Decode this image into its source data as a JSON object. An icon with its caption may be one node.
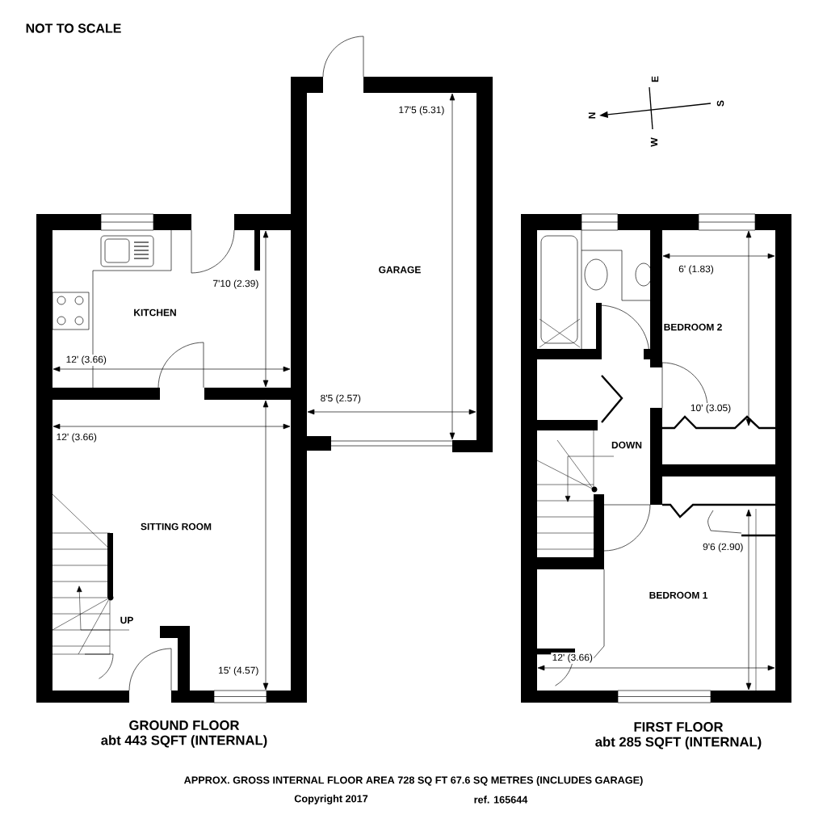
{
  "diagram": {
    "labels": [
      "NOT TO SCALE",
      "17'5 (5.31)",
      "E",
      "N",
      "S",
      "W",
      "GARAGE",
      "6' (1.83)",
      "7'10 (2.39)",
      "BEDROOM 2",
      "KITCHEN",
      "12' (3.66)",
      "10' (3.05)",
      "8'5 (2.57)",
      "12' (3.66)",
      "DOWN",
      "SITTING ROOM",
      "9'6 (2.90)",
      "BEDROOM 1",
      "UP",
      "15' (4.57)",
      "12' (3.66)",
      "GROUND FLOOR",
      "abt 443 SQFT (INTERNAL)",
      "FIRST FLOOR",
      "abt 285 SQFT (INTERNAL)",
      "APPROX. GROSS INTERNAL FLOOR AREA 728 SQ FT 67.6 SQ METRES (INCLUDES GARAGE)",
      "Copyright 2017",
      "ref. 165644"
    ]
  }
}
